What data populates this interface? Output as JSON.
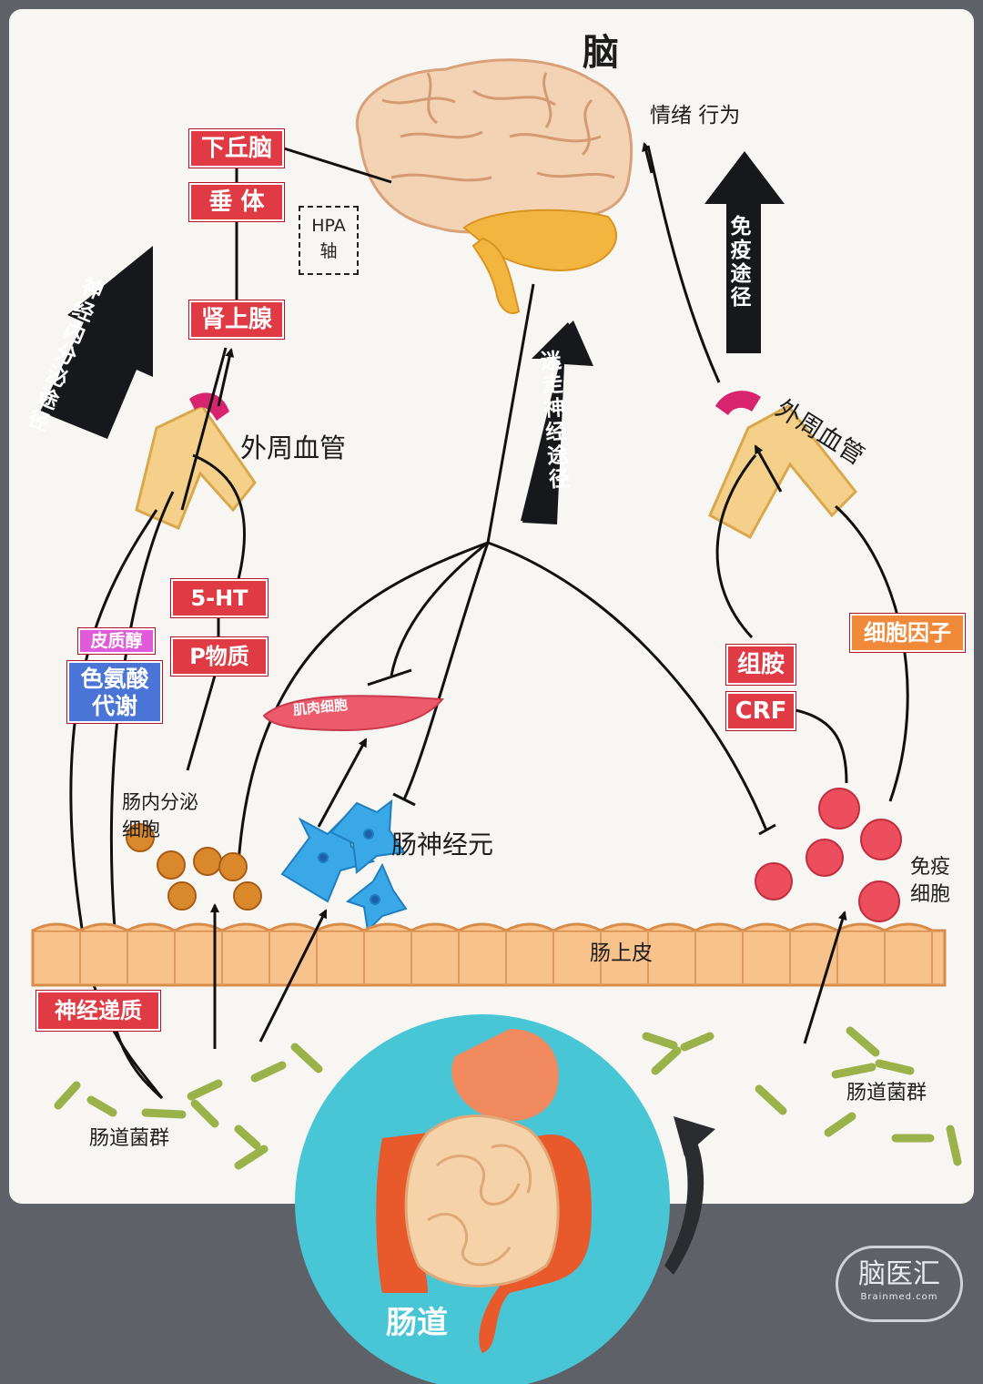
{
  "brain": {
    "title": "脑",
    "emotion_behavior": "情绪  行为"
  },
  "hpa": {
    "hypothalamus": "下丘脑",
    "pituitary": "垂 体",
    "adrenal": "肾上腺",
    "axis_label": "HPA\n轴"
  },
  "pathways": {
    "neuroendocrine": "神\n经\n内\n分\n泌\n途\n径",
    "vagus": "迷\n走\n神\n经\n途\n径",
    "immune": "免\n疫\n途\n径"
  },
  "vessels": {
    "left": "外周血管",
    "right": "外周血管"
  },
  "mediators": {
    "serotonin": "5-HT",
    "substance_p": "P物质",
    "cortisol": "皮质醇",
    "tryptophan": "色氨酸\n代谢",
    "histamine": "组胺",
    "crf": "CRF",
    "cytokines": "细胞因子",
    "neurotransmitter": "神经递质"
  },
  "cells": {
    "enteroendocrine": "肠内分泌\n细胞",
    "muscle": "肌肉细胞",
    "enteric_neuron": "肠神经元",
    "immune": "免疫\n细胞"
  },
  "gut": {
    "epithelium": "肠上皮",
    "flora_left": "肠道菌群",
    "flora_right": "肠道菌群",
    "label": "肠道"
  },
  "logo": {
    "name": "脑医汇",
    "sub": "Brainmed.com"
  },
  "colors": {
    "background": "#5e6168",
    "panel": "#f8f6f3",
    "red_box": "#e03a44",
    "orange_box": "#f08a3a",
    "pink_box": "#e05bd9",
    "blue_box": "#4a74d6",
    "gut_circle": "#48c6d6"
  }
}
